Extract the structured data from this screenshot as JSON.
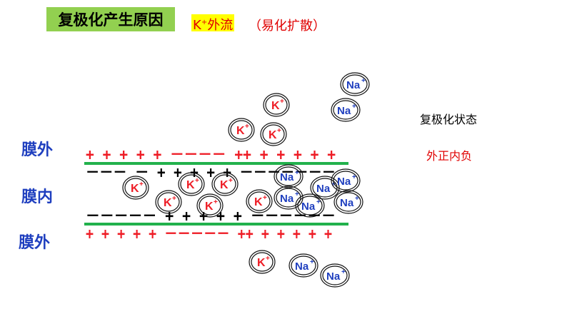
{
  "title": "复极化产生原因",
  "topic": {
    "ion": "K",
    "charge": "+",
    "text": "外流"
  },
  "note": "（易化扩散）",
  "labels": {
    "outside_top": "膜外",
    "inside": "膜内",
    "outside_bottom": "膜外"
  },
  "state": {
    "title": "复极化状态",
    "desc": "外正内负"
  },
  "ion_labels": {
    "potassium": "K",
    "sodium": "Na",
    "charge": "+"
  },
  "charge_rows": [
    "+ + + + + －－－－ ++ + + + + +",
    "－－－ －  + + + + + －－－－－－－",
    "－－－－－  + + + + + －－－－－－",
    "+ + + + +  －－－－－ ++ + + + + +"
  ],
  "colors": {
    "title_bg": "#92d050",
    "membrane": "#22b14c",
    "positive": "#ee1c25",
    "negative": "#000000",
    "label": "#1f3fbf",
    "na_text": "#1f3fbf"
  }
}
